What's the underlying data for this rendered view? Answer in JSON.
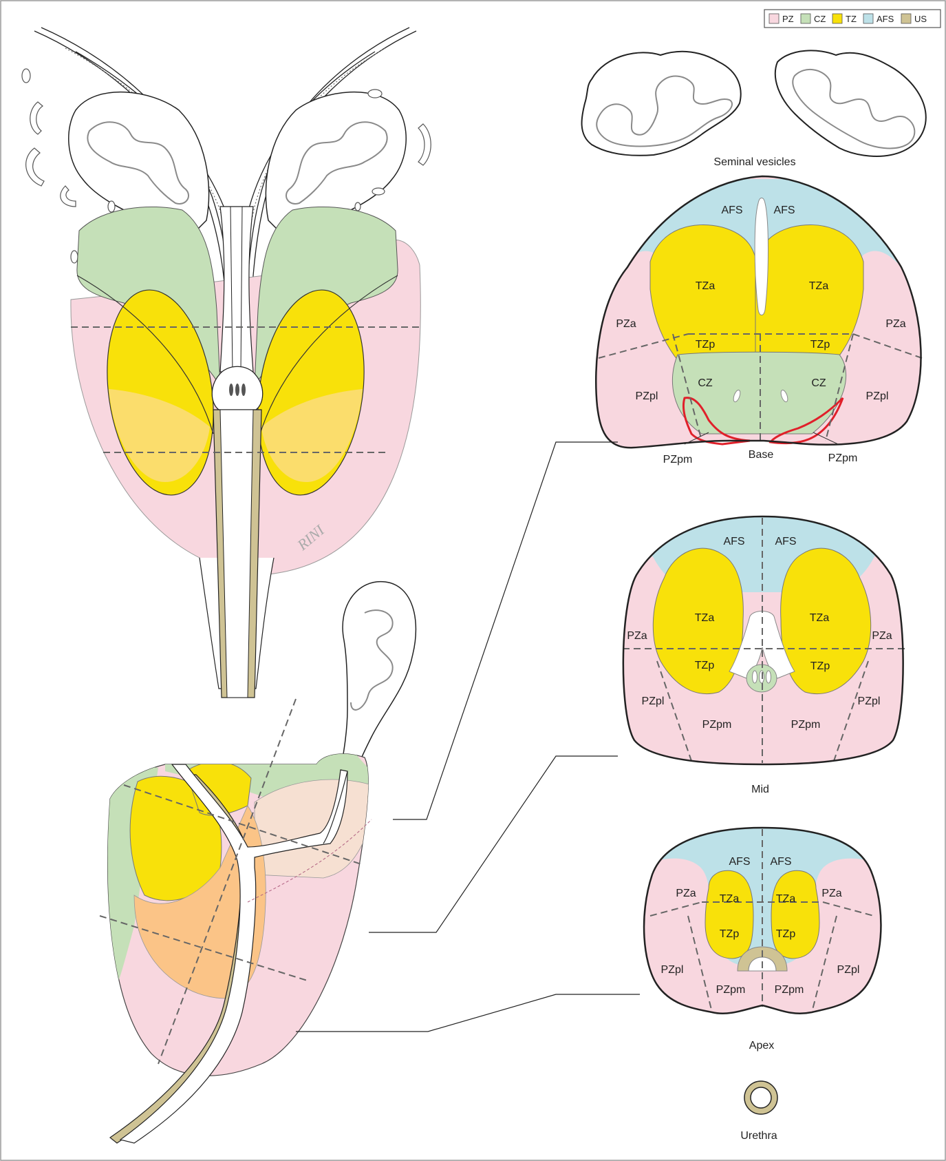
{
  "legend": [
    {
      "key": "pz",
      "label": "PZ",
      "color": "#f8d7df"
    },
    {
      "key": "cz",
      "label": "CZ",
      "color": "#c5e0b8"
    },
    {
      "key": "tz",
      "label": "TZ",
      "color": "#f8e10a"
    },
    {
      "key": "afs",
      "label": "AFS",
      "color": "#bde1e8"
    },
    {
      "key": "us",
      "label": "US",
      "color": "#cfc394"
    }
  ],
  "colors": {
    "pz": "#f8d7df",
    "cz": "#c5e0b8",
    "tz": "#f8e10a",
    "afs": "#bde1e8",
    "us": "#cfc394",
    "tz_overlap": "#fbdd6c",
    "tz_pz_overlap": "#fbc487",
    "cz_pz_overlap": "#f6e0d2",
    "lesion": "#e0202a"
  },
  "signature": "RINI",
  "captions": {
    "seminal_vesicles": "Seminal vesicles",
    "base": "Base",
    "mid": "Mid",
    "apex": "Apex",
    "urethra": "Urethra"
  },
  "base_labels": {
    "afs_left": "AFS",
    "afs_right": "AFS",
    "tza_left": "TZa",
    "tza_right": "TZa",
    "pza_left": "PZa",
    "pza_right": "PZa",
    "tzp_left": "TZp",
    "tzp_right": "TZp",
    "cz_left": "CZ",
    "cz_right": "CZ",
    "pzpl_left": "PZpl",
    "pzpl_right": "PZpl",
    "pzpm_left": "PZpm",
    "pzpm_right": "PZpm"
  },
  "mid_labels": {
    "afs_left": "AFS",
    "afs_right": "AFS",
    "tza_left": "TZa",
    "tza_right": "TZa",
    "pza_left": "PZa",
    "pza_right": "PZa",
    "tzp_left": "TZp",
    "tzp_right": "TZp",
    "pzpl_left": "PZpl",
    "pzpl_right": "PZpl",
    "pzpm_left": "PZpm",
    "pzpm_right": "PZpm"
  },
  "apex_labels": {
    "afs_left": "AFS",
    "afs_right": "AFS",
    "pza_left": "PZa",
    "pza_right": "PZa",
    "tza_left": "TZa",
    "tza_right": "TZa",
    "tzp_left": "TZp",
    "tzp_right": "TZp",
    "pzpl_left": "PZpl",
    "pzpl_right": "PZpl",
    "pzpm_left": "PZpm",
    "pzpm_right": "PZpm"
  }
}
